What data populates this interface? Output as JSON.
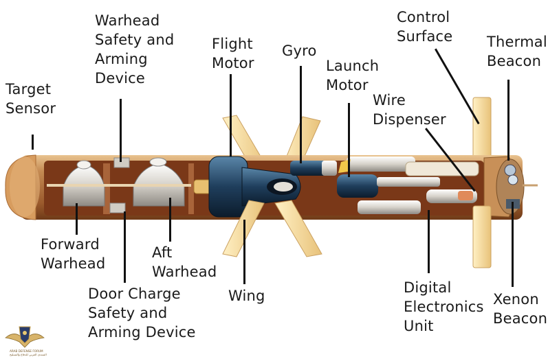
{
  "diagram": {
    "labels": {
      "target_sensor": "Target\nSensor",
      "warhead_safety_arming": "Warhead\nSafety and\nArming\nDevice",
      "flight_motor": "Flight\nMotor",
      "gyro": "Gyro",
      "launch_motor": "Launch\nMotor",
      "wire_dispenser": "Wire\nDispenser",
      "control_surface": "Control\nSurface",
      "thermal_beacon": "Thermal\nBeacon",
      "forward_warhead": "Forward\nWarhead",
      "aft_warhead": "Aft\nWarhead",
      "door_charge_safety_arming": "Door Charge\nSafety and\nArming Device",
      "wing": "Wing",
      "digital_electronics_unit": "Digital\nElectronics\nUnit",
      "xenon_beacon": "Xenon\nBeacon"
    },
    "colors": {
      "body_tan": "#c8925a",
      "body_dark": "#8a4a22",
      "interior_brown": "#7a3818",
      "fin_yellow": "#f4d690",
      "motor_blue": "#1e3c58",
      "steel": "#d8d4cc"
    }
  },
  "watermark": {
    "logo": "eagle-emblem",
    "text_line1": "ARAB DEFENSE FORUM",
    "text_line2": "المنتدى العربي للدفاع والتسليح"
  }
}
